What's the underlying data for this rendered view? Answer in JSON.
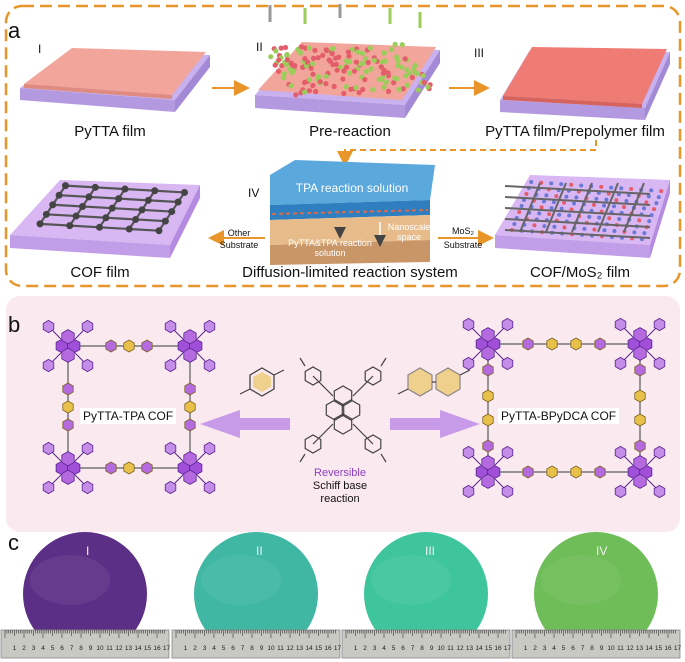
{
  "panel_a": {
    "letter": "a",
    "steps": [
      {
        "roman": "I",
        "caption": "PyTTA film"
      },
      {
        "roman": "II",
        "caption": "Pre-reaction"
      },
      {
        "roman": "III",
        "caption": "PyTTA film/Prepolymer film"
      },
      {
        "roman": "IV",
        "caption": "Diffusion-limited reaction system"
      }
    ],
    "reactor_top_label": "TPA reaction solution",
    "reactor_bottom_label_1": "PyTTA&TPA reaction",
    "reactor_bottom_label_2": "solution",
    "nanoscale_1": "Nanoscale",
    "nanoscale_2": "space",
    "left_arrow_label_1": "Other",
    "left_arrow_label_2": "Substrate",
    "right_arrow_label_1": "MoS₂",
    "right_arrow_label_2": "Substrate",
    "cof_film_caption": "COF film",
    "cof_mos2_caption": "COF/MoS₂ film",
    "colors": {
      "dashed_border": "#e8962a",
      "substrate": "#c9b0ee",
      "pytta_film": "#f2a59a",
      "prepolymer": "#ee7b74"
    }
  },
  "panel_b": {
    "letter": "b",
    "left_cof_label": "PyTTA-TPA COF",
    "right_cof_label": "PyTTA-BPyDCA COF",
    "reversible": "Reversible",
    "schiff_1": "Schiff base",
    "schiff_2": "reaction",
    "colors": {
      "background": "#fbe9f0",
      "pyrene": "#a04fd8",
      "linker": "#e8c04a",
      "arrow": "#c79be8"
    }
  },
  "panel_c": {
    "letter": "c",
    "wafers": [
      {
        "roman": "I",
        "color": "#5b2f86"
      },
      {
        "roman": "II",
        "color": "#3fb7a3"
      },
      {
        "roman": "III",
        "color": "#3ec59c"
      },
      {
        "roman": "IV",
        "color": "#6fbd58"
      }
    ],
    "ruler_numbers": [
      "1",
      "2",
      "3",
      "4",
      "5",
      "6",
      "7",
      "8",
      "9",
      "10",
      "11",
      "12",
      "13",
      "14",
      "15",
      "16",
      "17"
    ]
  }
}
